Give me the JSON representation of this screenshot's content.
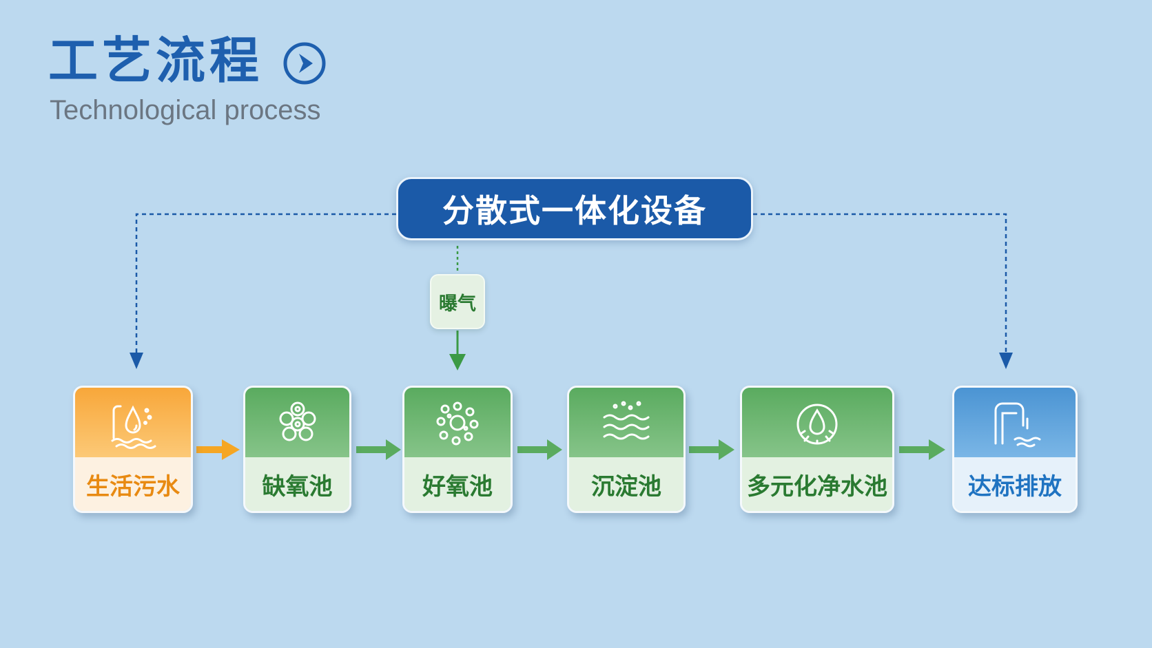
{
  "header": {
    "title": "工艺流程",
    "subtitle": "Technological process",
    "title_icon": "chevron-right-circle-icon"
  },
  "equipment": {
    "label": "分散式一体化设备"
  },
  "aeration": {
    "label": "曝气"
  },
  "steps": [
    {
      "label": "生活污水",
      "icon": "sewage-drop-icon",
      "color": "#f8a73a"
    },
    {
      "label": "缺氧池",
      "icon": "anoxic-bubbles-icon",
      "color": "#5aab5f"
    },
    {
      "label": "好氧池",
      "icon": "aerobic-bubbles-icon",
      "color": "#5aab5f"
    },
    {
      "label": "沉淀池",
      "icon": "sedimentation-waves-icon",
      "color": "#5aab5f"
    },
    {
      "label": "多元化净水池",
      "icon": "purification-drop-icon",
      "color": "#5aab5f"
    },
    {
      "label": "达标排放",
      "icon": "discharge-pipe-icon",
      "color": "#4b94d3"
    }
  ],
  "colors": {
    "background": "#bcd9ef",
    "primary_blue": "#1b5aa8",
    "green": "#5aab5f",
    "orange": "#f8a73a"
  }
}
